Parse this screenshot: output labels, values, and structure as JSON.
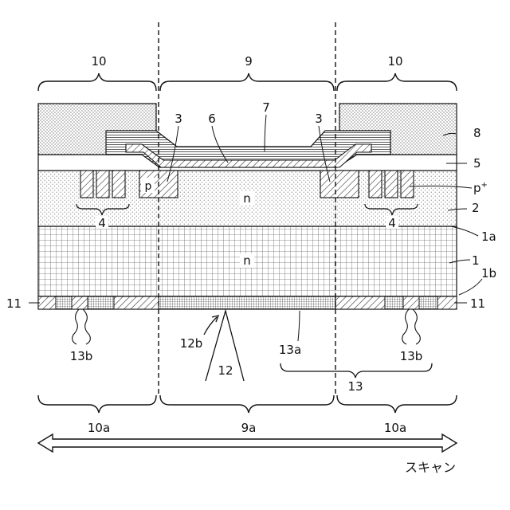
{
  "labels": {
    "region_edge": "10",
    "region_active": "9",
    "region_edge_scan": "10a",
    "region_active_scan": "9a",
    "layer_substrate": "1",
    "layer_substrate_top": "1a",
    "layer_substrate_bottom": "1b",
    "layer_drift": "2",
    "p_region": "3",
    "guard_ring": "4",
    "insulator": "5",
    "gate_electrode": "6",
    "top_electrode": "7",
    "passivation": "8",
    "back_metal": "11",
    "laser_beam": "12",
    "laser_spot": "12b",
    "anneal_region": "13",
    "anneal_active": "13a",
    "anneal_edge": "13b",
    "doping_p": "p",
    "doping_p_plus": "p",
    "doping_p_plus_sup": "+",
    "doping_n": "n",
    "scan": "スキャン"
  }
}
